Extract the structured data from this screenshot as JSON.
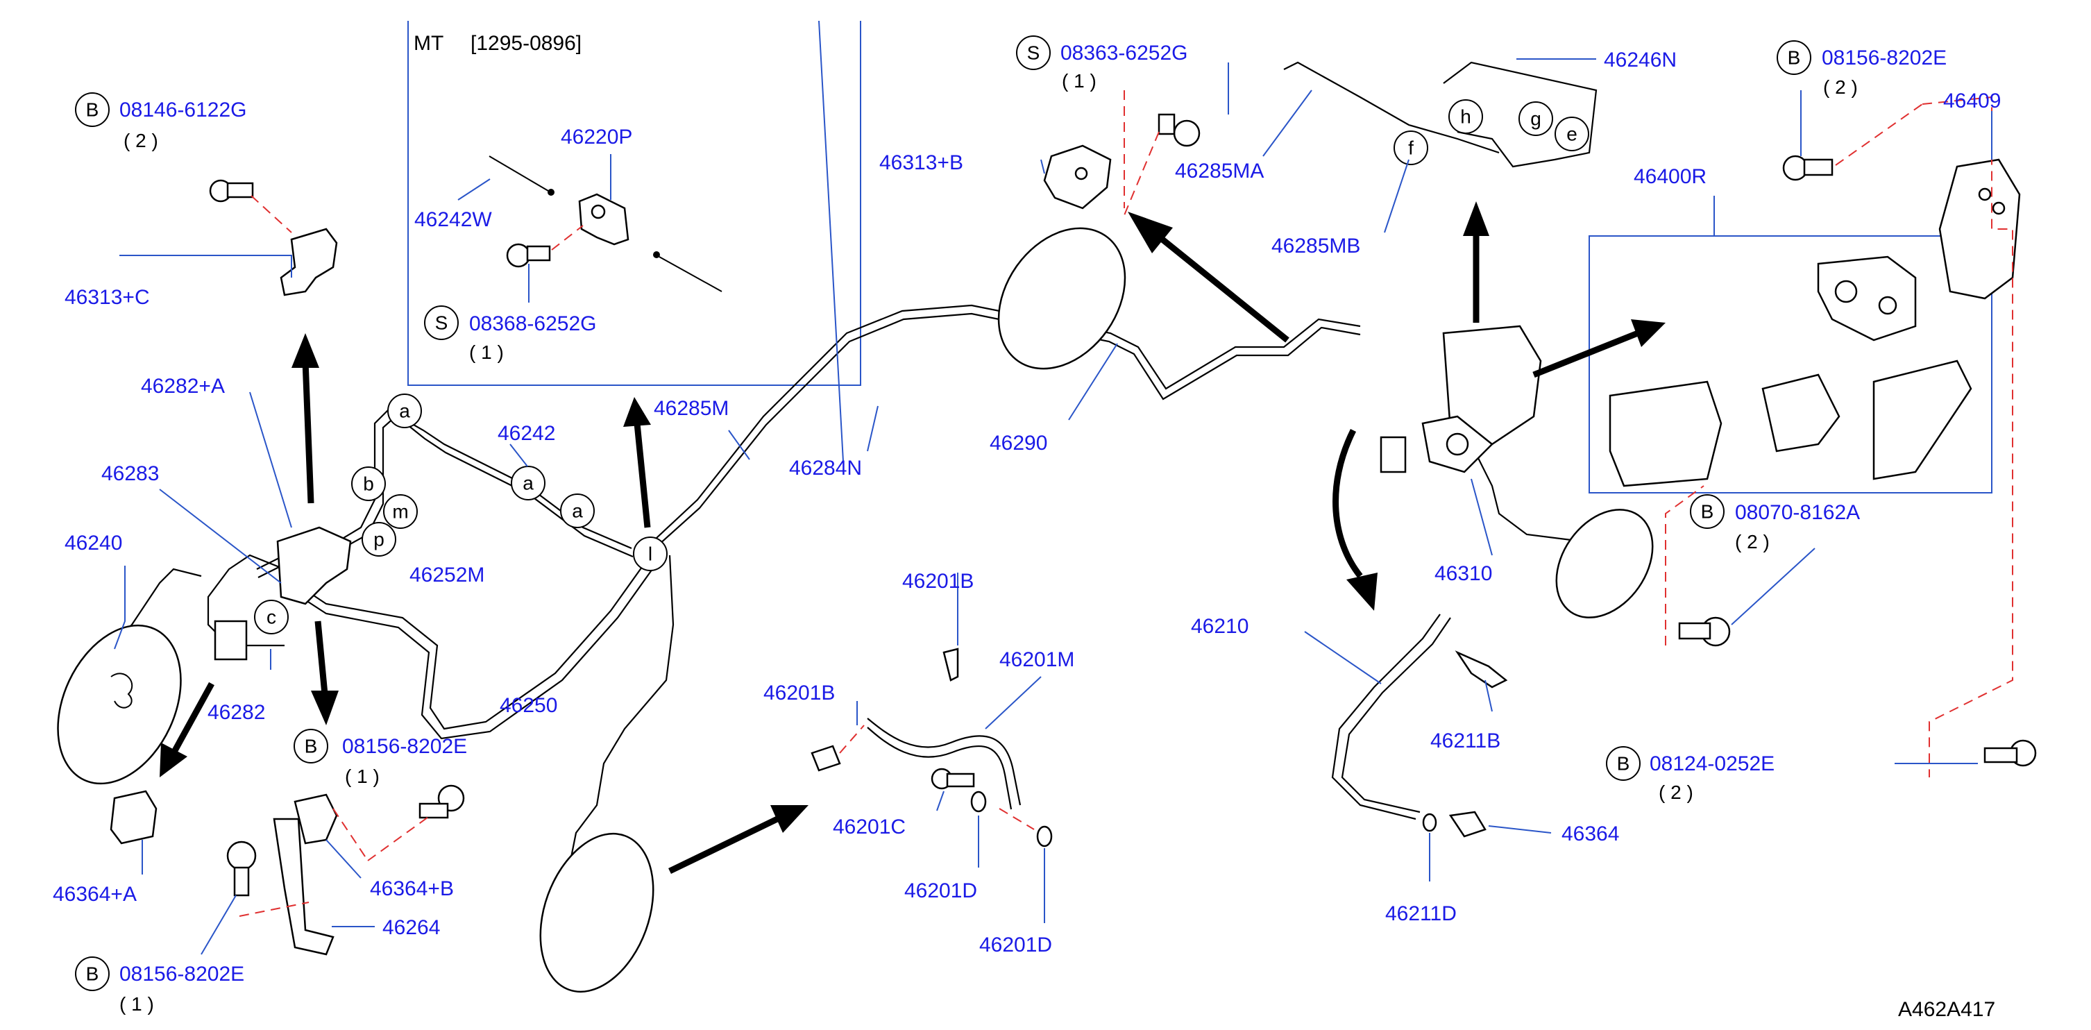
{
  "diagram": {
    "inset_title": "MT",
    "inset_range": "[1295-0896]",
    "figure_code": "A462A417",
    "part_labels": [
      "08146-6122G",
      "46313+C",
      "46282+A",
      "46283",
      "46240",
      "46282",
      "46364+A",
      "08156-8202E",
      "46364+B",
      "46264",
      "08156-8202E",
      "46242W",
      "46220P",
      "08368-6252G",
      "46242",
      "46285M",
      "46252M",
      "46250",
      "46284N",
      "46313+B",
      "46290",
      "08363-6252G",
      "46285MA",
      "46285MB",
      "46246N",
      "08156-8202E",
      "46409",
      "46400R",
      "08070-8162A",
      "46310",
      "46210",
      "46211B",
      "46211D",
      "46364",
      "08124-0252E",
      "46201B",
      "46201M",
      "46201B",
      "46201C",
      "46201D",
      "46201D"
    ],
    "quantities": [
      "( 2 )",
      "( 1 )",
      "( 1 )",
      "( 1 )",
      "( 1 )",
      "( 2 )",
      "( 2 )",
      "( 2 )"
    ],
    "fastener_letters": [
      "B",
      "B",
      "B",
      "S",
      "S",
      "B",
      "B",
      "B"
    ],
    "connection_letters": [
      "a",
      "b",
      "m",
      "p",
      "c",
      "a",
      "a",
      "l",
      "h",
      "g",
      "e",
      "f"
    ]
  },
  "colors": {
    "label_blue": "#1a1ae6",
    "leader_blue": "#2a55c8",
    "dashed_red": "#e03030",
    "line_black": "#000000"
  },
  "icons": [
    "bolt-icon",
    "bracket-icon",
    "clip-icon",
    "brake-disc-icon",
    "valve-icon"
  ]
}
